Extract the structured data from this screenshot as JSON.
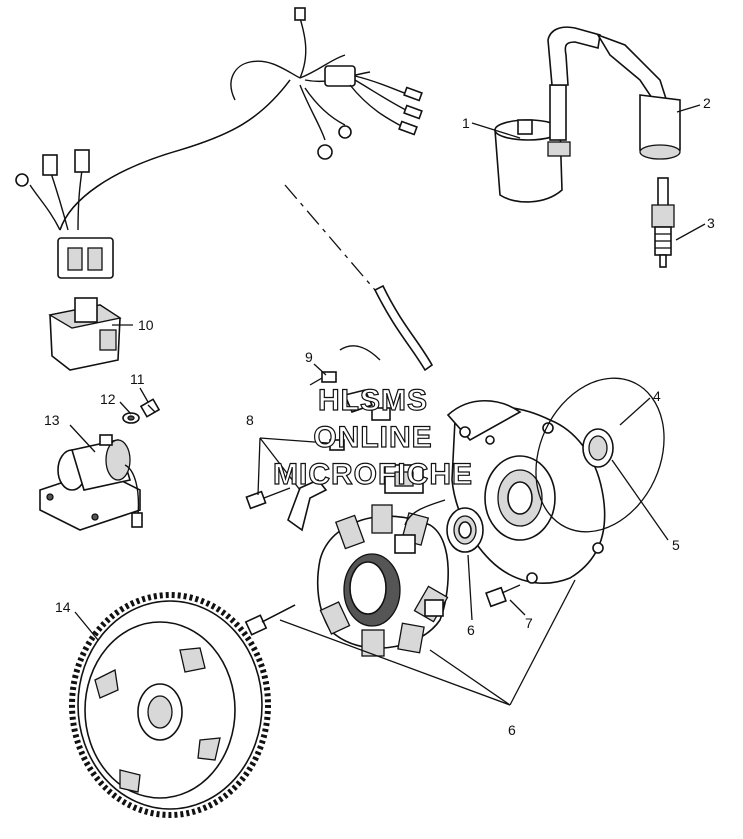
{
  "callouts": {
    "c1": "1",
    "c2": "2",
    "c3": "3",
    "c4": "4",
    "c5": "5",
    "c6a": "6",
    "c6b": "6",
    "c7": "7",
    "c8": "8",
    "c9": "9",
    "c10": "10",
    "c11": "11",
    "c12": "12",
    "c13": "13",
    "c14": "14"
  },
  "watermark": {
    "line1": "HLSMS",
    "line2": "ONLINE",
    "line3": "MICROFICHE"
  }
}
